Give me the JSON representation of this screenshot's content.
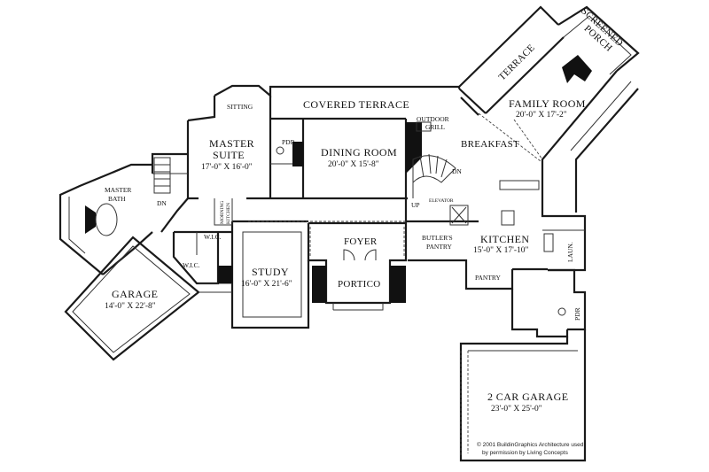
{
  "rooms": {
    "covered_terrace": "COVERED TERRACE",
    "sitting": "SITTING",
    "master_suite": {
      "name_line1": "MASTER",
      "name_line2": "SUITE",
      "dims": "17'-0\" X 16'-0\""
    },
    "pdr_upper": "PDR",
    "dining_room": {
      "name": "DINING ROOM",
      "dims": "20'-0\" X 15'-8\""
    },
    "outdoor_grill": {
      "line1": "OUTDOOR",
      "line2": "GRILL"
    },
    "terrace": "TERRACE",
    "screened_porch": {
      "line1": "SCREENED",
      "line2": "PORCH"
    },
    "family_room": {
      "name": "FAMILY ROOM",
      "dims": "20'-0\" X 17'-2\""
    },
    "breakfast": "BREAKFAST",
    "master_bath": {
      "line1": "MASTER",
      "line2": "BATH"
    },
    "morning_kitchen": {
      "line1": "MORNING",
      "line2": "KITCHEN"
    },
    "wic_upper": "W.I.C.",
    "wic_lower": "W.I.C.",
    "foyer": "FOYER",
    "elevator": "ELEVATOR",
    "butlers_pantry": {
      "line1": "BUTLER'S",
      "line2": "PANTRY"
    },
    "kitchen": {
      "name": "KITCHEN",
      "dims": "15'-0\" X 17'-10\""
    },
    "laundry": "LAUN.",
    "study": {
      "name": "STUDY",
      "dims": "16'-0\" X 21'-6\""
    },
    "portico": "PORTICO",
    "pantry": "PANTRY",
    "pdr_lower": "PDR",
    "garage": {
      "name": "GARAGE",
      "dims": "14'-0\" X 22'-8\""
    },
    "two_car_garage": {
      "name": "2 CAR GARAGE",
      "dims": "23'-0\" X 25'-0\""
    }
  },
  "stairs": {
    "dn_left": "DN",
    "dn_right": "DN",
    "up": "UP"
  },
  "copyright": {
    "line1": "© 2001 BuildinGraphics Architecture used",
    "line2": "by permission by Living Concepts"
  }
}
